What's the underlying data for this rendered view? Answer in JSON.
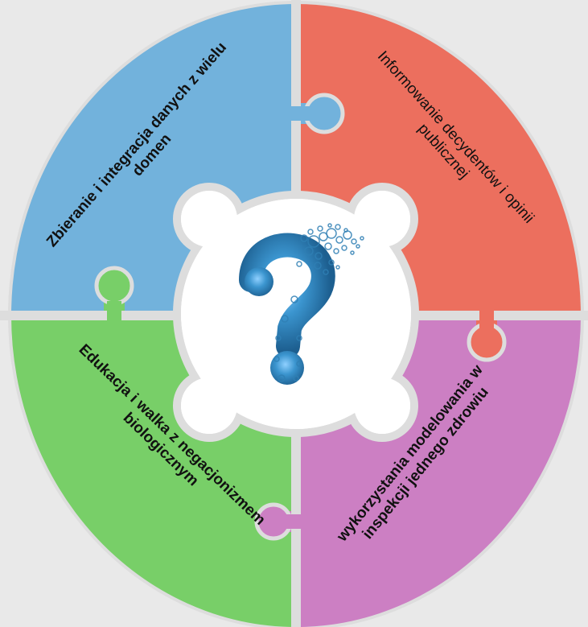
{
  "colors": {
    "background": "#e9e9e9",
    "separator": "#dddddd",
    "top_left": "#72b2dc",
    "top_right": "#ec6f5e",
    "bottom_left": "#78cf68",
    "bottom_right": "#cc7fc3",
    "center": "#ffffff",
    "question_mark": "#2f7fb4"
  },
  "segments": {
    "top_left": {
      "lines": [
        "Zbieranie i integracja danych z wielu",
        "domen"
      ],
      "weight": "bold"
    },
    "top_right": {
      "lines": [
        "Informowanie decydentów i opinii",
        "publicznej"
      ],
      "weight": "regular"
    },
    "bottom_left": {
      "lines": [
        "Edukacja i walka z negacjonizmem",
        "biologicznym"
      ],
      "weight": "bold"
    },
    "bottom_right": {
      "lines": [
        "wykorzystania modelowania w",
        "inspekcji jednego zdrowiu"
      ],
      "weight": "bold"
    }
  },
  "center": {
    "icon": "question-mark-icon"
  }
}
